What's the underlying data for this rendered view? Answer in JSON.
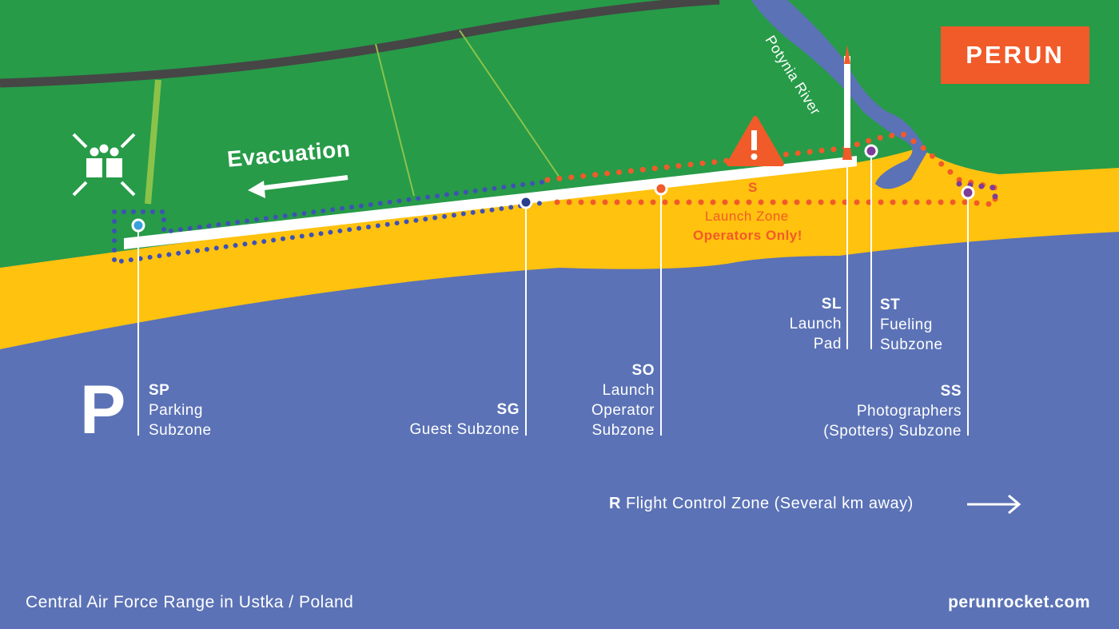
{
  "brand": {
    "logo_text": "PERUN",
    "website": "perunrocket.com",
    "accent": "#f15a29"
  },
  "footer": {
    "location": "Central Air Force Range in Ustka / Poland"
  },
  "map": {
    "river_label": "Potynia River",
    "evacuation_label": "Evacuation",
    "parking_glyph": "P",
    "launch_zone": {
      "code": "S",
      "title": "Launch Zone",
      "warning": "Operators Only!"
    },
    "flight_control": {
      "code": "R",
      "label": "Flight Control Zone (Several km away)"
    },
    "subzones": [
      {
        "code": "SP",
        "lines": [
          "Parking",
          "Subzone"
        ],
        "color": "#3aa0dc"
      },
      {
        "code": "SG",
        "lines": [
          "Guest Subzone"
        ],
        "color": "#2b3f8f"
      },
      {
        "code": "SO",
        "lines": [
          "Launch",
          "Operator",
          "Subzone"
        ],
        "color": "#f15a29"
      },
      {
        "code": "SL",
        "lines": [
          "Launch",
          "Pad"
        ],
        "color": "#f15a29"
      },
      {
        "code": "ST",
        "lines": [
          "Fueling",
          "Subzone"
        ],
        "color": "#7d3c98"
      },
      {
        "code": "SS",
        "lines": [
          "Photographers",
          "(Spotters) Subzone"
        ],
        "color": "#7d3c98"
      }
    ],
    "colors": {
      "land": "#279b48",
      "beach": "#ffc20e",
      "sea": "#5b72b6",
      "road": "#464646"
    }
  }
}
